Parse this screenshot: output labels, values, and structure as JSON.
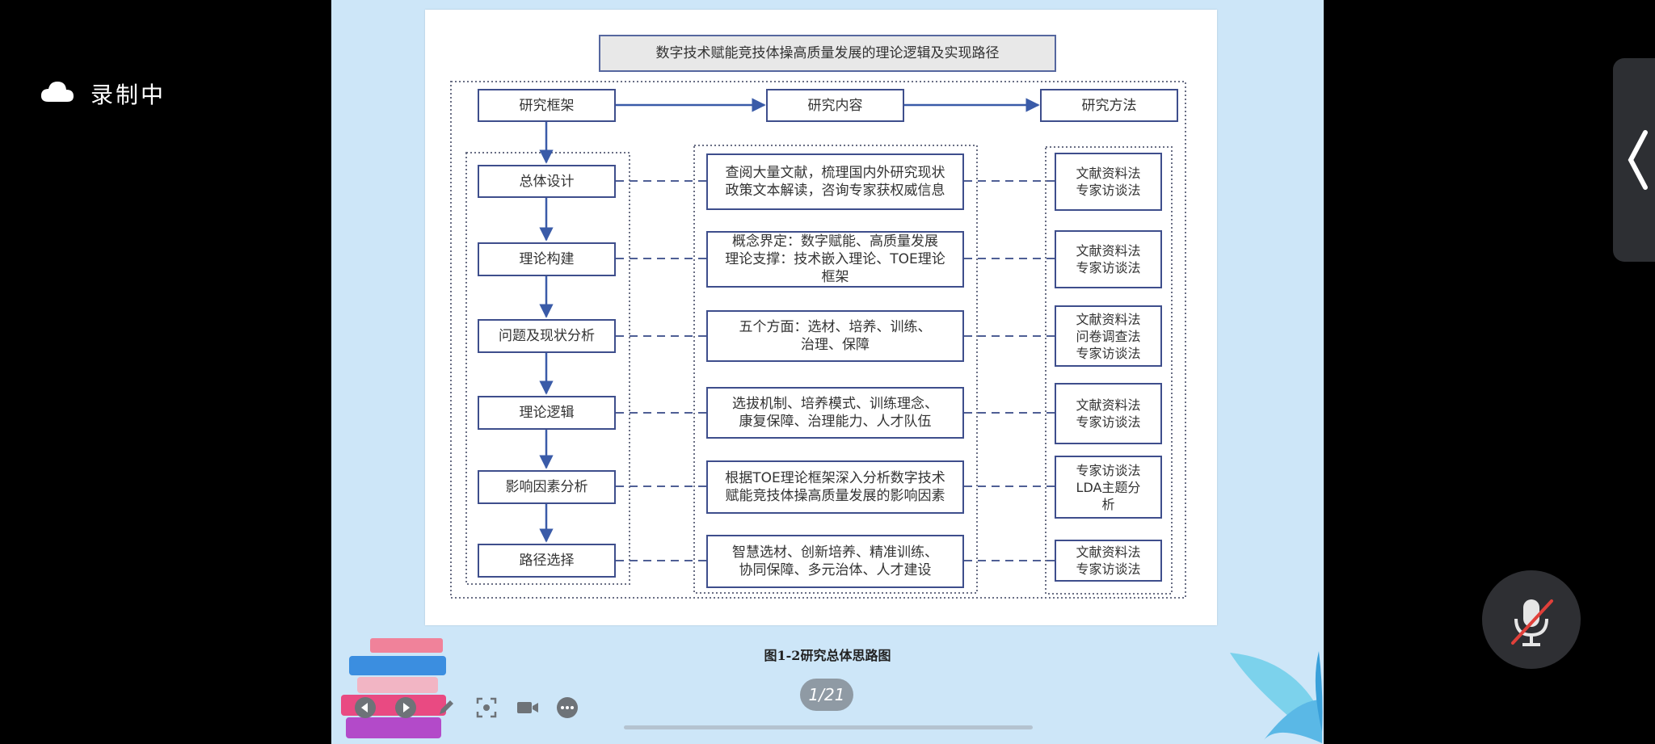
{
  "recording": {
    "label": "录制中",
    "icon": "cloud-icon"
  },
  "slide": {
    "diagram": {
      "title": "数字技术赋能竞技体操高质量发展的理论逻辑及实现路径",
      "headers": [
        "研究框架",
        "研究内容",
        "研究方法"
      ],
      "steps": [
        "总体设计",
        "理论构建",
        "问题及现状分析",
        "理论逻辑",
        "影响因素分析",
        "路径选择"
      ],
      "contents": [
        "查阅大量文献，梳理国内外研究现状\n政策文本解读，咨询专家获权威信息",
        "概念界定：数字赋能、高质量发展\n理论支撑：技术嵌入理论、TOE理论\n框架",
        "五个方面：选材、培养、训练、\n治理、保障",
        "选拔机制、培养模式、训练理念、\n康复保障、治理能力、人才队伍",
        "根据TOE理论框架深入分析数字技术\n赋能竞技体操高质量发展的影响因素",
        "智慧选材、创新培养、精准训练、\n协同保障、多元治体、人才建设"
      ],
      "methods": [
        "文献资料法\n专家访谈法",
        "文献资料法\n专家访谈法",
        "文献资料法\n问卷调查法\n专家访谈法",
        "文献资料法\n专家访谈法",
        "专家访谈法\nLDA主题分\n析",
        "文献资料法\n专家访谈法"
      ]
    },
    "caption": "图1-2研究总体思路图"
  },
  "player": {
    "page_indicator": "1/21",
    "controls": [
      "prev-icon",
      "play-icon",
      "pen-icon",
      "screenshot-icon",
      "camera-icon",
      "more-icon"
    ]
  },
  "mic": {
    "state": "muted",
    "icon": "mic-muted-icon"
  },
  "colors": {
    "box_border": "#3e4e8c",
    "slide_bg": "#cde6f8",
    "arrow": "#3a5ba8",
    "mute_slash": "#e0403a"
  }
}
